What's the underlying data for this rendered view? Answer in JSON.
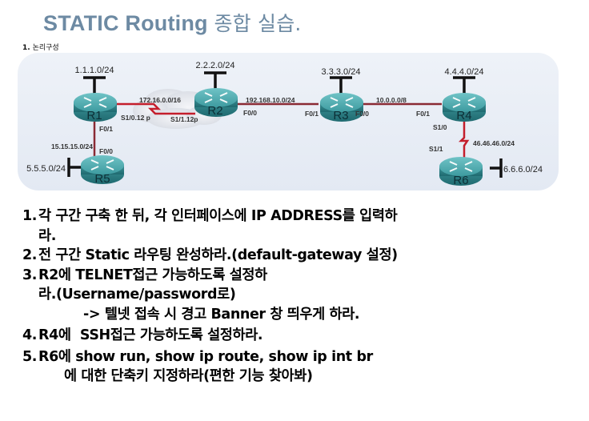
{
  "slide": {
    "title_en": "STATIC Routing",
    "title_ko": "종합 실습.",
    "section_num": "1.",
    "section_label": "논리구성",
    "accent_color": "#6d8aa3"
  },
  "topology": {
    "routers": [
      {
        "id": "R1",
        "label": "R1"
      },
      {
        "id": "R2",
        "label": "R2"
      },
      {
        "id": "R3",
        "label": "R3"
      },
      {
        "id": "R4",
        "label": "R4"
      },
      {
        "id": "R5",
        "label": "R5"
      },
      {
        "id": "R6",
        "label": "R6"
      }
    ],
    "lan_networks": {
      "r1": "1.1.1.0/24",
      "r2": "2.2.2.0/24",
      "r3": "3.3.3.0/24",
      "r4": "4.4.4.0/24",
      "r5": "5.5.5.0/24",
      "r6": "6.6.6.0/24"
    },
    "links": {
      "r1_r2": {
        "network": "172.16.0.0/16",
        "if_a": "S1/0.12 p",
        "if_b": "S1/1.12p",
        "type": "serial-frame-relay"
      },
      "r2_r3": {
        "network": "192.168.10.0/24",
        "if_a": "F0/0",
        "if_b": "F0/1",
        "type": "ethernet"
      },
      "r3_r4": {
        "network": "10.0.0.0/8",
        "if_a": "F0/0",
        "if_b": "F0/1",
        "type": "ethernet"
      },
      "r1_r5": {
        "network": "15.15.15.0/24",
        "if_a": "F0/1",
        "if_b": "F0/0",
        "type": "ethernet"
      },
      "r4_r6": {
        "network": "46.46.46.0/24",
        "if_a": "S1/0",
        "if_b": "S1/1",
        "type": "serial"
      }
    }
  },
  "tasks": [
    {
      "num": "1.",
      "line1": "각 구간 구축 한 뒤, 각 인터페이스에 IP ADDRESS를 입력하",
      "line2": "라."
    },
    {
      "num": "2.",
      "line1": "전 구간 Static 라우팅 완성하라.(default-gateway 설정)"
    },
    {
      "num": "3.",
      "line1": "R2에 TELNET접근 가능하도록 설정하",
      "line2": "라.(Username/password로)",
      "line3": "-> 텔넷 접속 시 경고 Banner 창 띄우게 하라."
    },
    {
      "num": "4.",
      "line1": "R4에  SSH접근 가능하도록 설정하라."
    },
    {
      "num": "5.",
      "line1": "R6에 show run, show ip route, show ip int br",
      "line2": "에 대한 단축키 지정하라(편한 기능 찾아봐)"
    }
  ]
}
